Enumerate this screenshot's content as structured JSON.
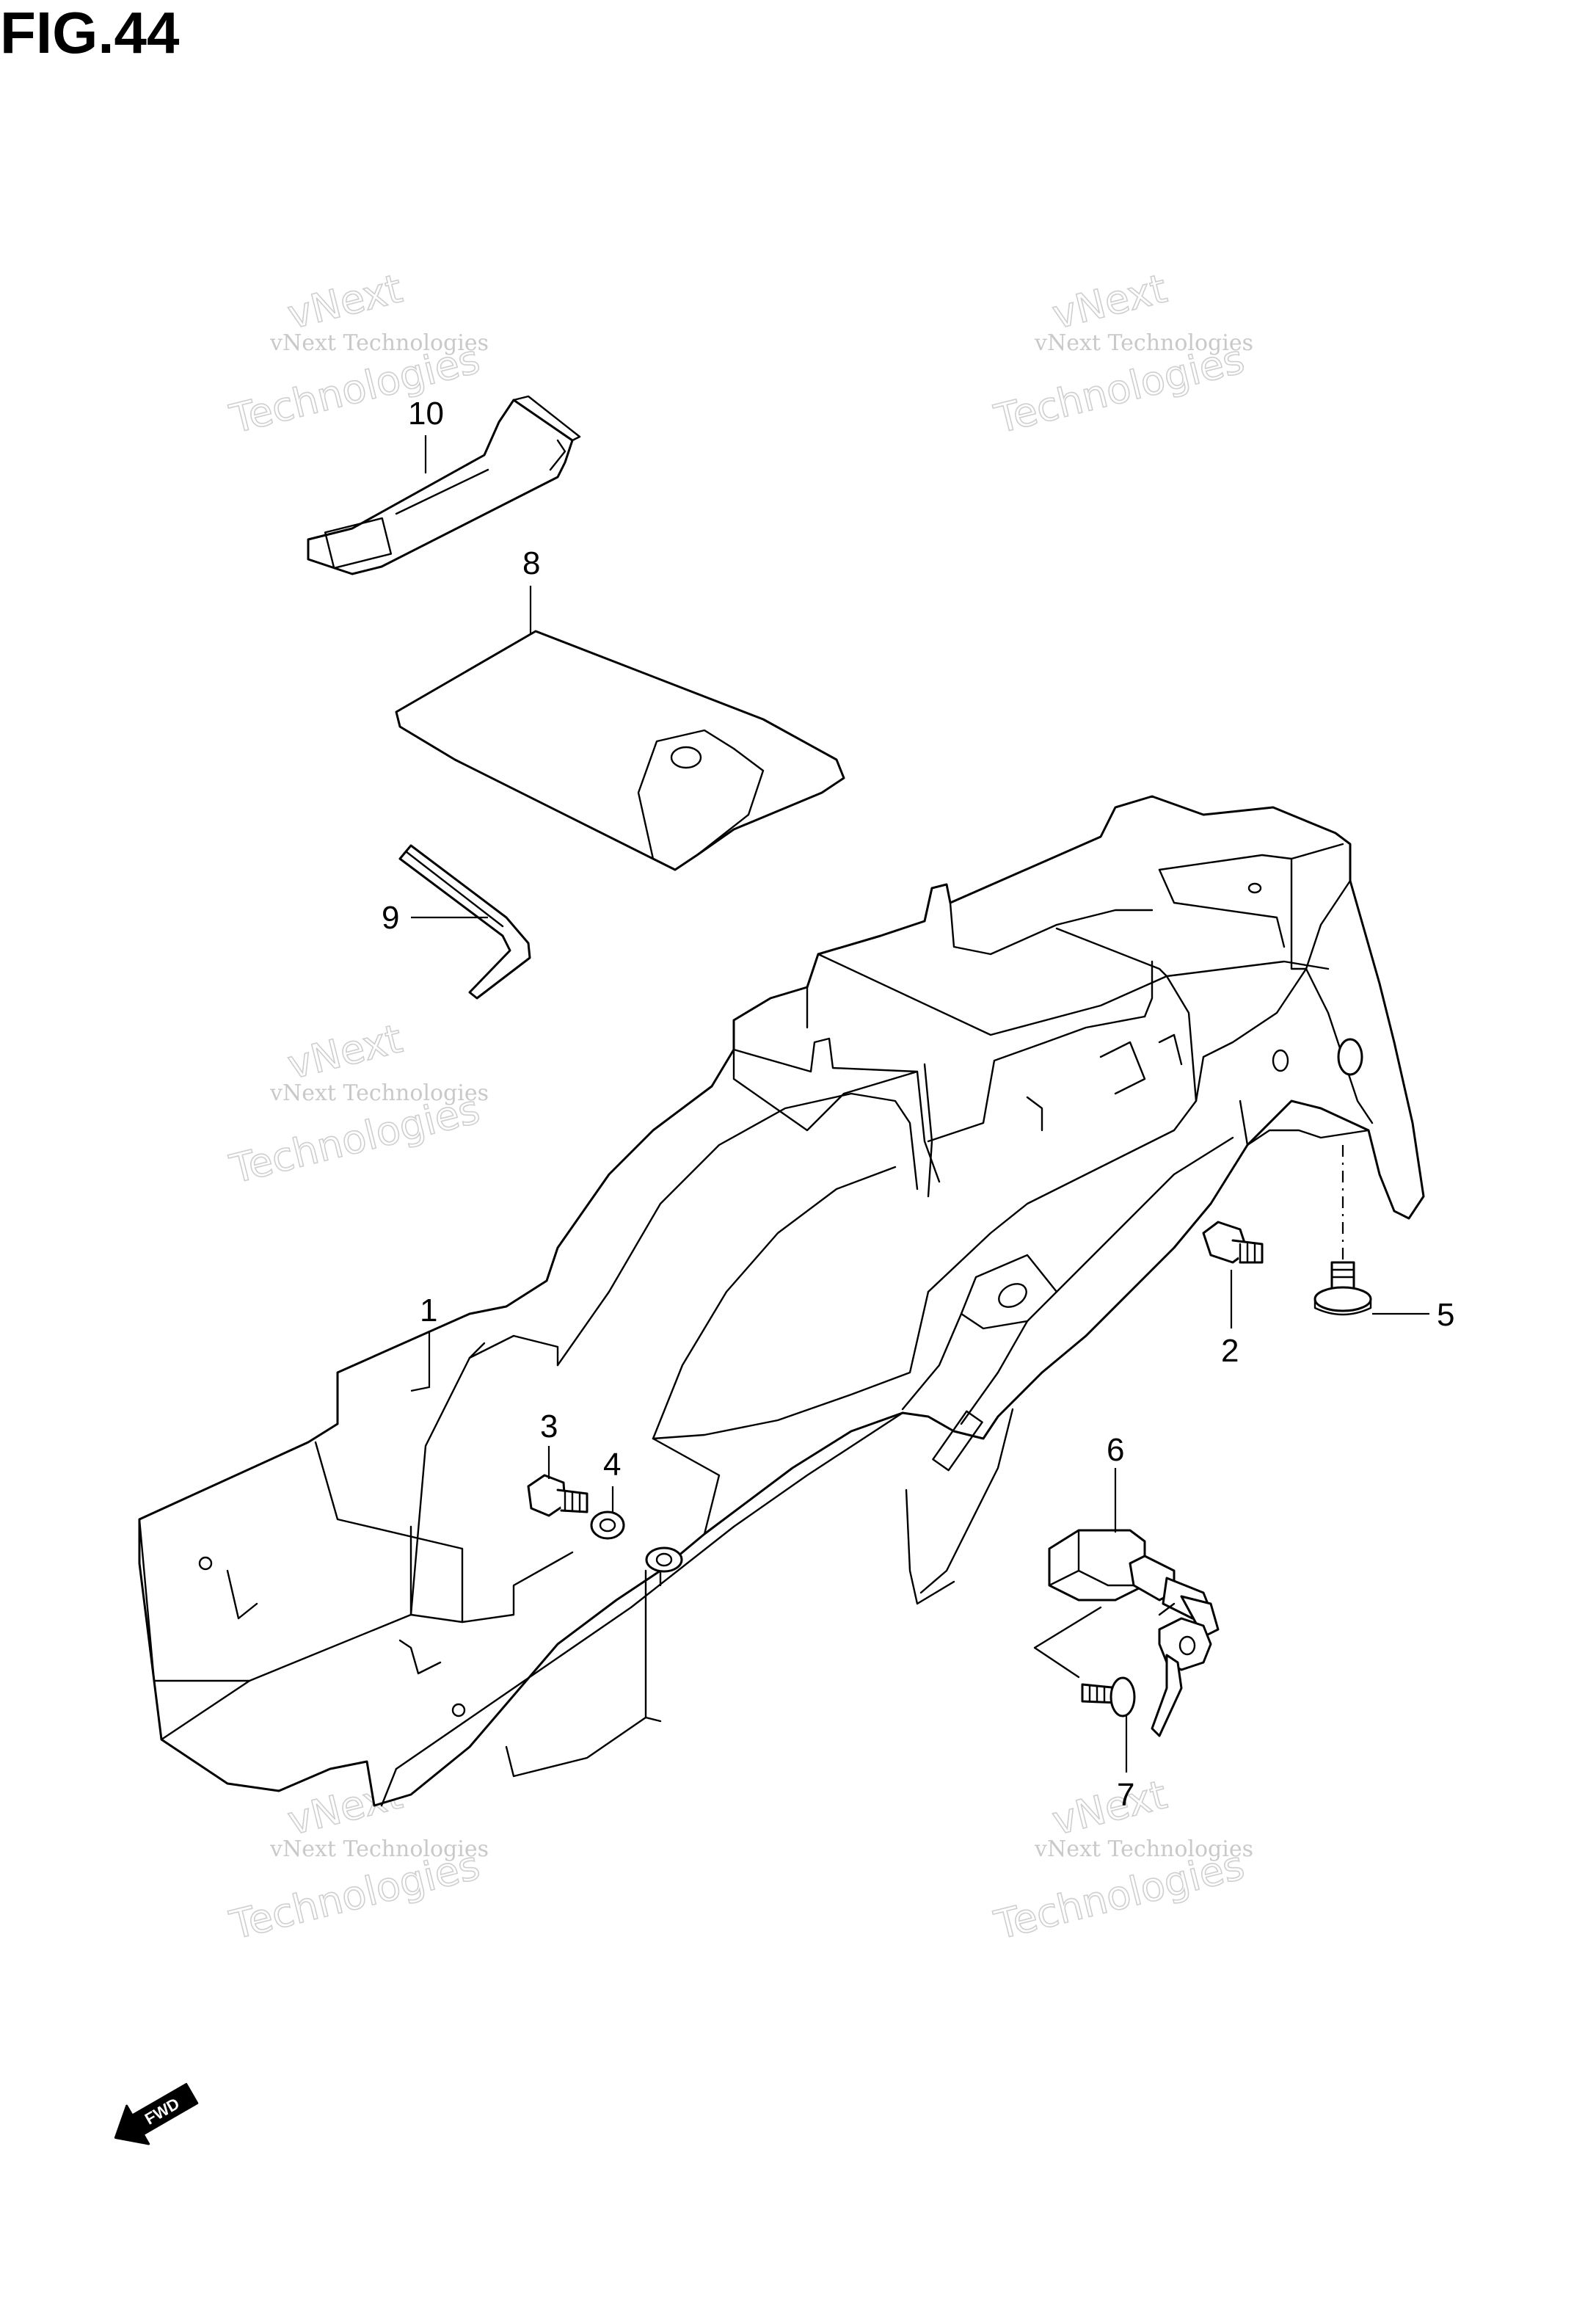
{
  "figure": {
    "title": "FIG.44"
  },
  "callouts": [
    {
      "id": "c1",
      "label": "1"
    },
    {
      "id": "c2",
      "label": "2"
    },
    {
      "id": "c3",
      "label": "3"
    },
    {
      "id": "c4",
      "label": "4"
    },
    {
      "id": "c5",
      "label": "5"
    },
    {
      "id": "c6",
      "label": "6"
    },
    {
      "id": "c7",
      "label": "7"
    },
    {
      "id": "c8",
      "label": "8"
    },
    {
      "id": "c9",
      "label": "9"
    },
    {
      "id": "c10",
      "label": "10"
    }
  ],
  "watermark": {
    "line1": "vNext Technologies",
    "line2": "vNext",
    "line3": "Technologies"
  },
  "fwd_badge": "FWD"
}
